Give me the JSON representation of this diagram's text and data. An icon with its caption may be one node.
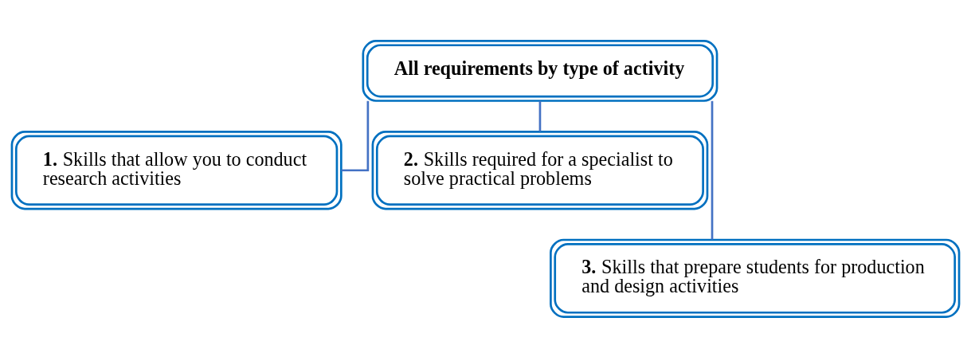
{
  "diagram": {
    "nodes": [
      {
        "text": [
          "All requirements by type of activity"
        ]
      },
      {
        "text": [
          "**1.** Skills that allow you to conduct research activities"
        ]
      },
      {
        "text": [
          "**2.** Skills required for a specialist to solve practical problems"
        ]
      },
      {
        "text": [
          "**3.** Skills that prepare students for production and design activities"
        ]
      }
    ],
    "edges": [
      {
        "from": 0,
        "to": 1,
        "arrow": "none"
      },
      {
        "from": 0,
        "to": 2,
        "arrow": "none"
      },
      {
        "from": 0,
        "to": 3,
        "arrow": "none"
      }
    ]
  }
}
